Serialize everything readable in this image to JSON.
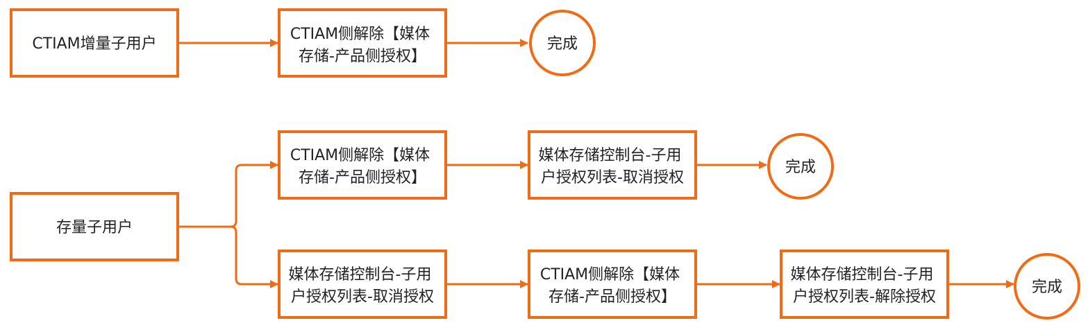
{
  "colors": {
    "accent": "#f26b14",
    "text": "#222222",
    "background": "#ffffff"
  },
  "nodes": {
    "ctiam_new_sub_user": {
      "lines": [
        "CTIAM增量子用户"
      ]
    },
    "top_ctiam_revoke": {
      "lines": [
        "CTIAM侧解除【媒体",
        "存储-产品侧授权】"
      ]
    },
    "top_done": {
      "lines": [
        "完成"
      ]
    },
    "existing_sub_user": {
      "lines": [
        "存量子用户"
      ]
    },
    "mid_ctiam_revoke": {
      "lines": [
        "CTIAM侧解除【媒体",
        "存储-产品侧授权】"
      ]
    },
    "mid_console_cancel": {
      "lines": [
        "媒体存储控制台-子用",
        "户授权列表-取消授权"
      ]
    },
    "mid_done": {
      "lines": [
        "完成"
      ]
    },
    "bot_console_cancel": {
      "lines": [
        "媒体存储控制台-子用",
        "户授权列表-取消授权"
      ]
    },
    "bot_ctiam_revoke": {
      "lines": [
        "CTIAM侧解除【媒体",
        "存储-产品侧授权】"
      ]
    },
    "bot_console_release": {
      "lines": [
        "媒体存储控制台-子用",
        "户授权列表-解除授权"
      ]
    },
    "bot_done": {
      "lines": [
        "完成"
      ]
    }
  }
}
